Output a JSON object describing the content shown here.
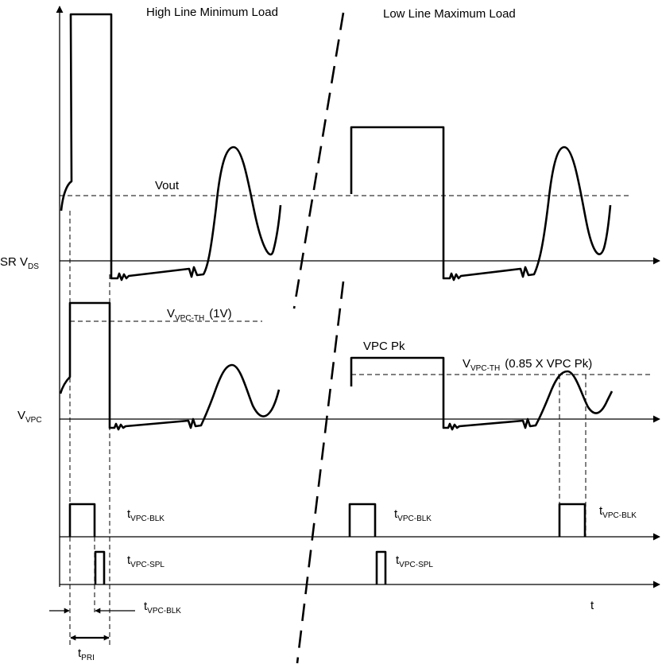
{
  "titles": {
    "left": "High Line Minimum Load",
    "right": "Low Line Maximum Load"
  },
  "labels": {
    "vout": "Vout",
    "sr_vds_main": "SR V",
    "sr_vds_sub": "DS",
    "vvpc_main": "V",
    "vvpc_sub": "VPC",
    "vpc_th_left_main": "V",
    "vpc_th_left_sub": "VPC-TH",
    "vpc_th_left_value": "(1V)",
    "vpc_pk": "VPC Pk",
    "vpc_th_right_main": "V",
    "vpc_th_right_sub": "VPC-TH",
    "vpc_th_right_value": "(0.85 X VPC Pk)",
    "t_main": "t",
    "tblk_sub": "VPC-BLK",
    "tspl_sub": "VPC-SPL",
    "tpri_sub": "PRI",
    "time_axis": "t"
  }
}
